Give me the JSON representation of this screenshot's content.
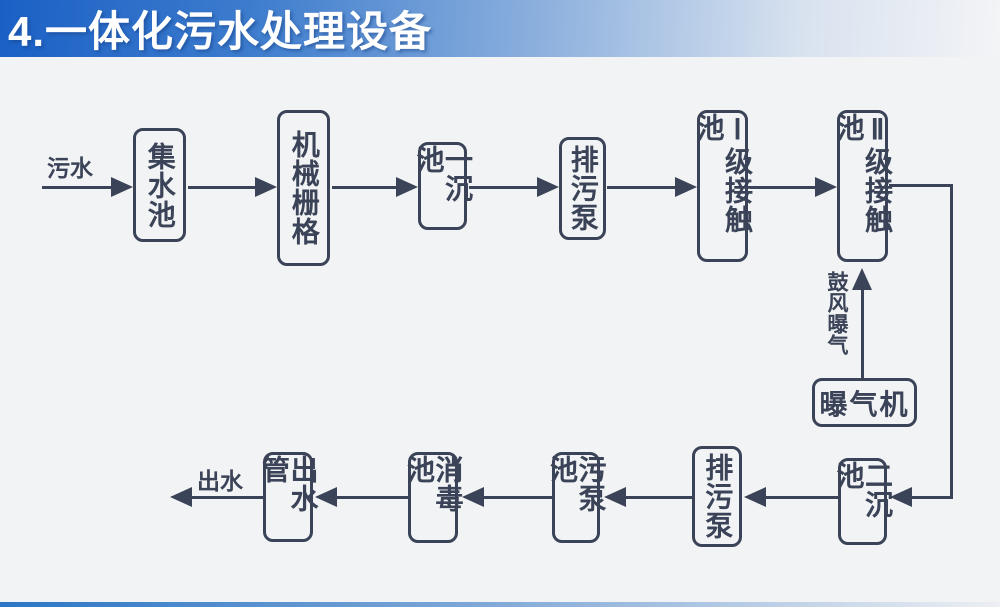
{
  "slide": {
    "title": "4.一体化污水处理设备"
  },
  "colors": {
    "header_blue": "#1b60c5",
    "diagram_ink": "#3a4357",
    "body_background": "#f2f3f4",
    "title_text": "#ffffff"
  },
  "diagram": {
    "inlet_label": "污水",
    "outlet_label": "出水",
    "aeration_label": "鼓风曝气",
    "nodes": [
      {
        "id": "collection-tank",
        "label": "集水池"
      },
      {
        "id": "mechanical-grid",
        "label": "机械栅格"
      },
      {
        "id": "primary-sedimentation-tank",
        "label": "一沉池"
      },
      {
        "id": "sewage-pump-top",
        "label": "排污泵"
      },
      {
        "id": "level-1-contact-tank",
        "label": "Ⅰ级接触池"
      },
      {
        "id": "level-2-contact-tank",
        "label": "Ⅱ级接触池"
      },
      {
        "id": "aerator",
        "label": "曝气机"
      },
      {
        "id": "secondary-sedimentation-tank",
        "label": "二沉池"
      },
      {
        "id": "sewage-pump-bottom",
        "label": "排污泵"
      },
      {
        "id": "sewage-pump-tank",
        "label": "污泵池"
      },
      {
        "id": "disinfection-tank",
        "label": "消毒池"
      },
      {
        "id": "outlet-pipe",
        "label": "出水管"
      }
    ],
    "edges": [
      {
        "from": "inlet(污水)",
        "to": "collection-tank"
      },
      {
        "from": "collection-tank",
        "to": "mechanical-grid"
      },
      {
        "from": "mechanical-grid",
        "to": "primary-sedimentation-tank"
      },
      {
        "from": "primary-sedimentation-tank",
        "to": "sewage-pump-top"
      },
      {
        "from": "sewage-pump-top",
        "to": "level-1-contact-tank"
      },
      {
        "from": "level-1-contact-tank",
        "to": "level-2-contact-tank"
      },
      {
        "from": "level-2-contact-tank",
        "to": "secondary-sedimentation-tank"
      },
      {
        "from": "secondary-sedimentation-tank",
        "to": "sewage-pump-bottom"
      },
      {
        "from": "sewage-pump-bottom",
        "to": "sewage-pump-tank"
      },
      {
        "from": "sewage-pump-tank",
        "to": "disinfection-tank"
      },
      {
        "from": "disinfection-tank",
        "to": "outlet-pipe"
      },
      {
        "from": "outlet-pipe",
        "to": "outlet(出水)"
      },
      {
        "from": "aerator",
        "to": "level-2-contact-tank",
        "label": "鼓风曝气"
      }
    ]
  }
}
